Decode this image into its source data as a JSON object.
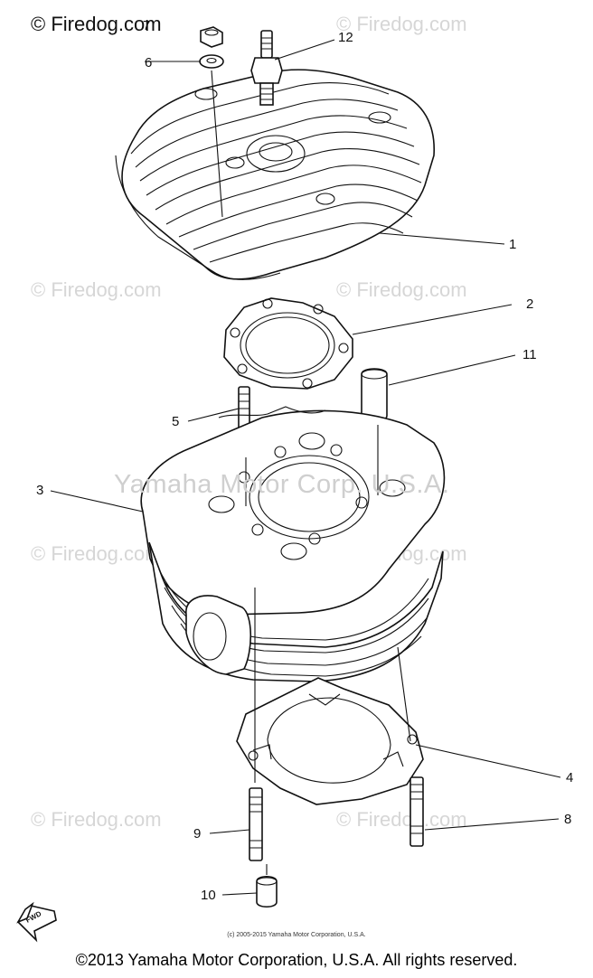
{
  "watermark_corner": "© Firedog.com",
  "watermarks": [
    "© Firedog.com",
    "© Firedog.com",
    "© Firedog.com",
    "© Firedog.com",
    "© Firedog.com",
    "© Firedog.com",
    "© Firedog.com",
    "© Firedog.com"
  ],
  "center_watermark": "Yamaha Motor Corp. U.S.A.",
  "part_labels": {
    "p1": "1",
    "p2": "2",
    "p3": "3",
    "p4": "4",
    "p5": "5",
    "p6": "6",
    "p7": "7",
    "p8": "8",
    "p9": "9",
    "p10": "10",
    "p11": "11",
    "p12": "12"
  },
  "fwd_label": "FWD",
  "copyright_small": "(c) 2005-2015 Yamaha Motor Corporation, U.S.A.",
  "copyright_main": "©2013 Yamaha Motor Corporation, U.S.A. All rights reserved."
}
